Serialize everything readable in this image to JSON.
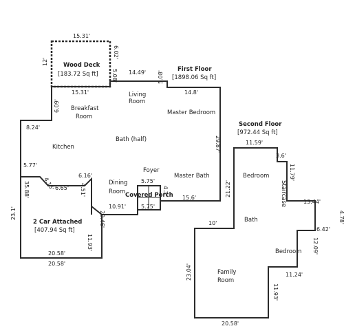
{
  "first_floor": {
    "title": "First Floor",
    "area": "[1898.06 Sq ft]"
  },
  "second_floor": {
    "title": "Second Floor",
    "area": "[972.44 Sq ft]"
  },
  "wood_deck": {
    "title": "Wood Deck",
    "area": "[183.72 Sq ft]"
  },
  "garage": {
    "title": "2 Car Attached",
    "area": "[407.94 Sq ft]"
  },
  "covered_porch": "Covered Porch",
  "rooms": {
    "living": "Living",
    "living2": "Room",
    "breakfast": "Breakfast",
    "breakfast2": "Room",
    "master_bedroom": "Master Bedroom",
    "kitchen": "Kitchen",
    "bath_half": "Bath (half)",
    "foyer": "Foyer",
    "dining": "Dining",
    "dining2": "Room",
    "master_bath": "Master Bath",
    "bedroom_upper": "Bedroom",
    "staircase": "Staircase",
    "bath": "Bath",
    "bedroom_lower": "Bedroom",
    "family": "Family",
    "family2": "Room"
  },
  "dims": {
    "d_15_31_top": "15.31'",
    "d_12": "12'",
    "d_6_02": "6.02'",
    "d_5_08_a": "5.08'",
    "d_14_49": "14.49'",
    "d_5_08_b": "5.08'",
    "d_15_31_mid": "15.31'",
    "d_14_8": "14.8'",
    "d_6_09": "6.09'",
    "d_8_24": "8.24'",
    "d_29_87": "29.87'",
    "d_5_77": "5.77'",
    "d_6_16": "6.16'",
    "d_4_15": "4.15'",
    "d_6_65": "6.65'",
    "d_4_51": "4.51'",
    "d_35_88": "35.88'",
    "d_23_1": "23.1'",
    "d_5_75_a": "5.75'",
    "d_5_75_b": "5.75'",
    "d_4_3": "4.3'",
    "d_15_6": "15.6'",
    "d_10_91": "10.91'",
    "d_20_46": "20.46'",
    "d_11_93_a": "11.93'",
    "d_20_58_a": "20.58'",
    "d_20_58_b": "20.58'",
    "d_11_59": "11.59'",
    "d_3_6": "3.6'",
    "d_11_79": "11.79'",
    "d_21_22": "21.22'",
    "d_13_44": "13.44'",
    "d_4_78": "4.78'",
    "d_10": "10'",
    "d_6_42": "6.42'",
    "d_12_09": "12.09'",
    "d_23_04": "23.04'",
    "d_11_24": "11.24'",
    "d_11_93_b": "11.93'",
    "d_20_58_c": "20.58'"
  }
}
